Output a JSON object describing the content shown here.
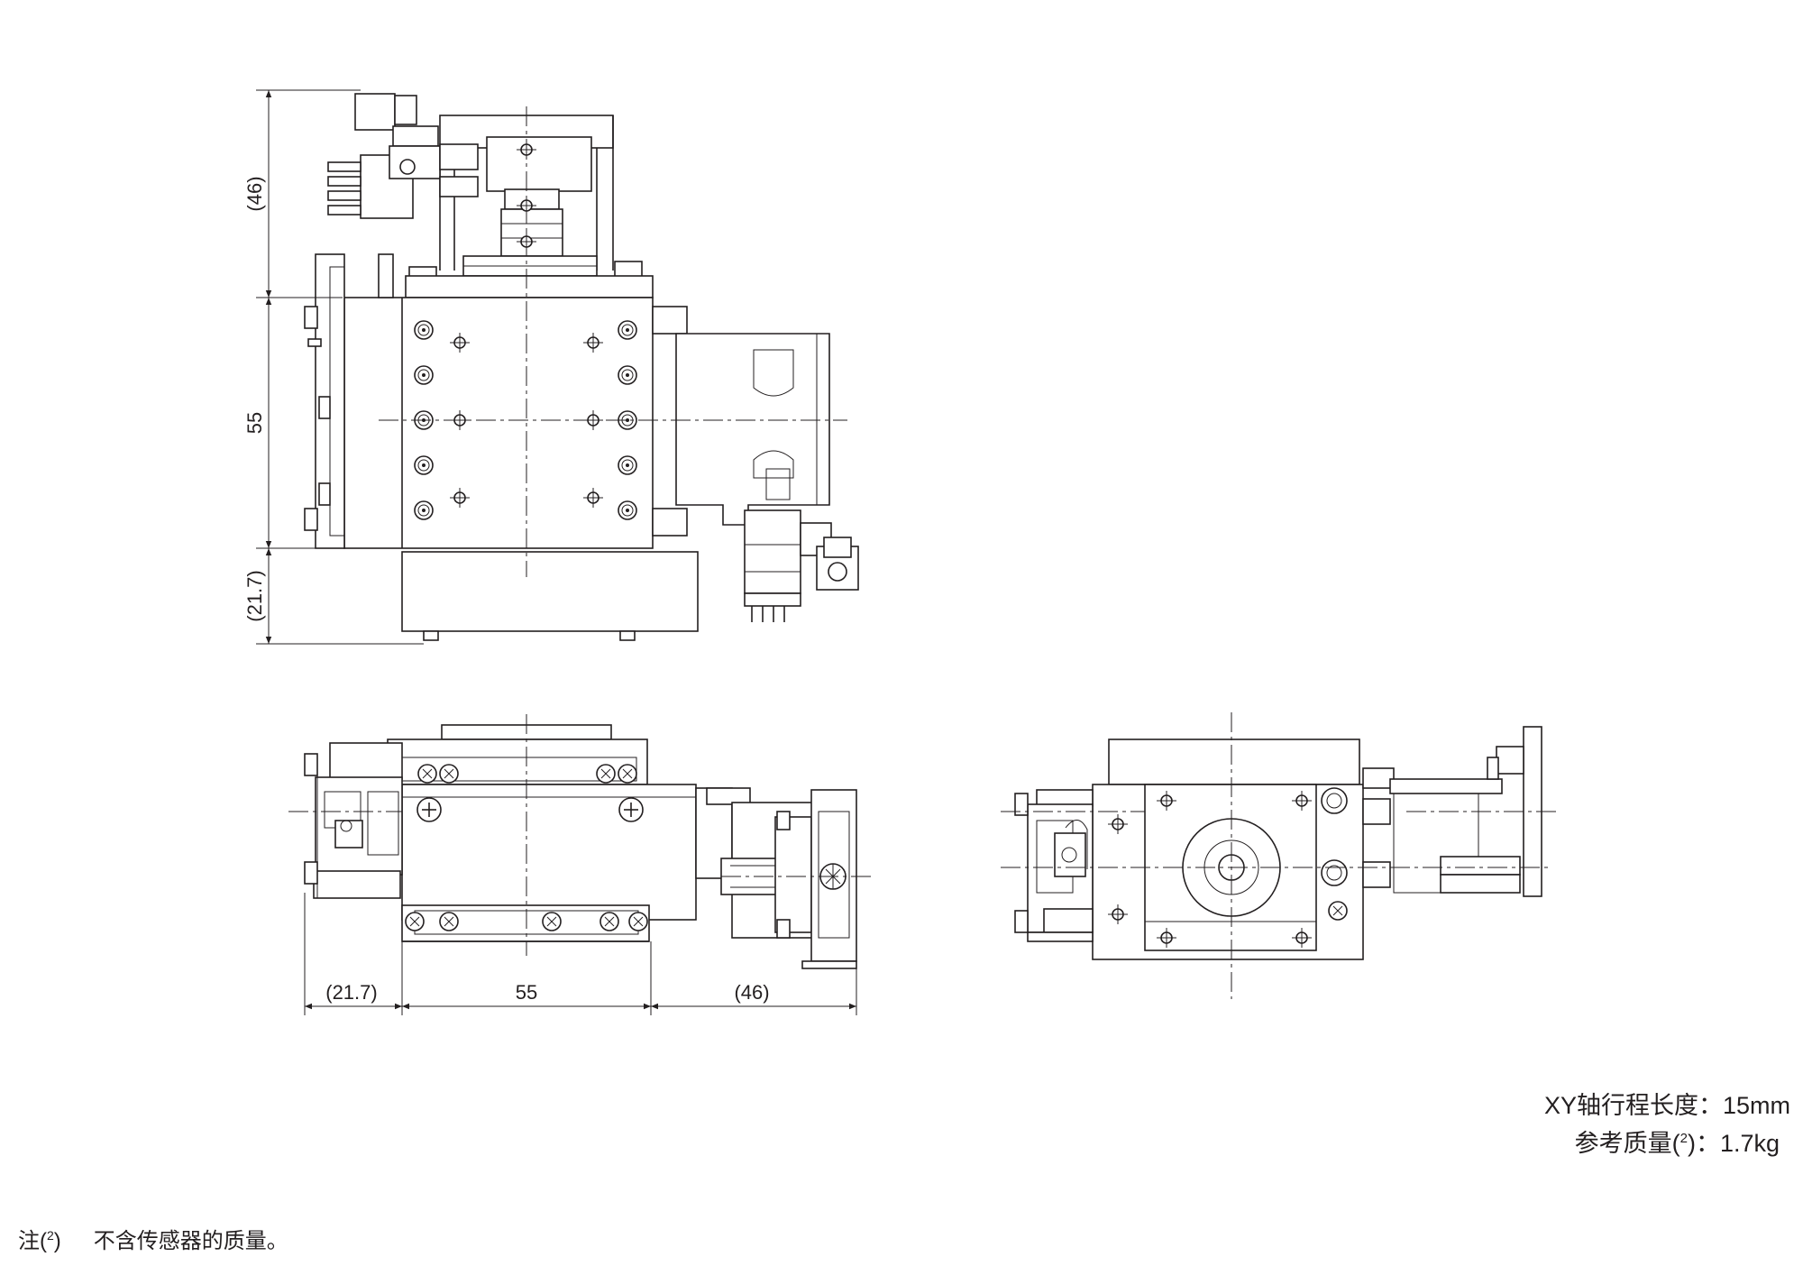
{
  "views": {
    "top": {
      "dim_upper": "(46)",
      "dim_middle": "55",
      "dim_lower": "(21.7)"
    },
    "front": {
      "dim_left": "(21.7)",
      "dim_middle": "55",
      "dim_right": "(46)"
    },
    "side": {}
  },
  "specs": {
    "stroke_label": "XY轴行程长度",
    "stroke_value": "15mm",
    "mass_label": "参考质量",
    "mass_note_ref": "2",
    "mass_value": "1.7kg",
    "separator": "："
  },
  "note": {
    "prefix": "注",
    "ref": "2",
    "text": "不含传感器的质量。"
  }
}
